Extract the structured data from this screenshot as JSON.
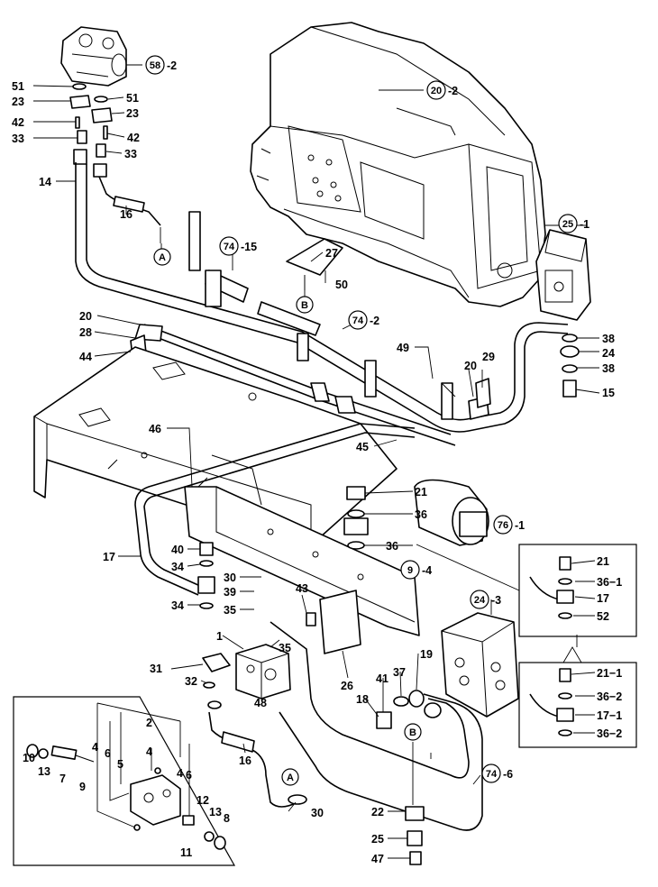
{
  "diagram": {
    "circled_refs": [
      {
        "id": "ref-58",
        "num": "58",
        "suffix": "-2"
      },
      {
        "id": "ref-20",
        "num": "20",
        "suffix": "-2"
      },
      {
        "id": "ref-25",
        "num": "25",
        "suffix": "-1"
      },
      {
        "id": "ref-74a",
        "num": "74",
        "suffix": "-15"
      },
      {
        "id": "ref-74b",
        "num": "74",
        "suffix": "-2"
      },
      {
        "id": "ref-76",
        "num": "76",
        "suffix": "-1"
      },
      {
        "id": "ref-9",
        "num": "9",
        "suffix": "-4"
      },
      {
        "id": "ref-24",
        "num": "24",
        "suffix": "-3"
      },
      {
        "id": "ref-74c",
        "num": "74",
        "suffix": "-6"
      }
    ],
    "connectors": [
      {
        "id": "conn-a1",
        "letter": "A"
      },
      {
        "id": "conn-b1",
        "letter": "B"
      },
      {
        "id": "conn-b2",
        "letter": "B"
      },
      {
        "id": "conn-a2",
        "letter": "A"
      }
    ],
    "labels": [
      {
        "id": "l51a",
        "text": "51"
      },
      {
        "id": "l51b",
        "text": "51"
      },
      {
        "id": "l23a",
        "text": "23"
      },
      {
        "id": "l23b",
        "text": "23"
      },
      {
        "id": "l42a",
        "text": "42"
      },
      {
        "id": "l42b",
        "text": "42"
      },
      {
        "id": "l33a",
        "text": "33"
      },
      {
        "id": "l33b",
        "text": "33"
      },
      {
        "id": "l14",
        "text": "14"
      },
      {
        "id": "l16a",
        "text": "16"
      },
      {
        "id": "l27",
        "text": "27"
      },
      {
        "id": "l50",
        "text": "50"
      },
      {
        "id": "l20a",
        "text": "20"
      },
      {
        "id": "l28",
        "text": "28"
      },
      {
        "id": "l44",
        "text": "44"
      },
      {
        "id": "l49",
        "text": "49"
      },
      {
        "id": "l20b",
        "text": "20"
      },
      {
        "id": "l29",
        "text": "29"
      },
      {
        "id": "l38a",
        "text": "38"
      },
      {
        "id": "l24",
        "text": "24"
      },
      {
        "id": "l38b",
        "text": "38"
      },
      {
        "id": "l15",
        "text": "15"
      },
      {
        "id": "l46",
        "text": "46"
      },
      {
        "id": "l45",
        "text": "45"
      },
      {
        "id": "l21a",
        "text": "21"
      },
      {
        "id": "l36a",
        "text": "36"
      },
      {
        "id": "l36b",
        "text": "36"
      },
      {
        "id": "l17a",
        "text": "17"
      },
      {
        "id": "l40",
        "text": "40"
      },
      {
        "id": "l34a",
        "text": "34"
      },
      {
        "id": "l30a",
        "text": "30"
      },
      {
        "id": "l39",
        "text": "39"
      },
      {
        "id": "l35a",
        "text": "35"
      },
      {
        "id": "l34b",
        "text": "34"
      },
      {
        "id": "l43",
        "text": "43"
      },
      {
        "id": "l35b",
        "text": "35"
      },
      {
        "id": "l1",
        "text": "1"
      },
      {
        "id": "l31",
        "text": "31"
      },
      {
        "id": "l32",
        "text": "32"
      },
      {
        "id": "l26",
        "text": "26"
      },
      {
        "id": "l41",
        "text": "41"
      },
      {
        "id": "l37",
        "text": "37"
      },
      {
        "id": "l19",
        "text": "19"
      },
      {
        "id": "l18",
        "text": "18"
      },
      {
        "id": "l48",
        "text": "48"
      },
      {
        "id": "l16b",
        "text": "16"
      },
      {
        "id": "l30b",
        "text": "30"
      },
      {
        "id": "l22",
        "text": "22"
      },
      {
        "id": "l25",
        "text": "25"
      },
      {
        "id": "l47",
        "text": "47"
      },
      {
        "id": "l21b",
        "text": "21"
      },
      {
        "id": "l36c",
        "text": "36−1"
      },
      {
        "id": "l17b",
        "text": "17"
      },
      {
        "id": "l52",
        "text": "52"
      },
      {
        "id": "l21c",
        "text": "21−1"
      },
      {
        "id": "l36d",
        "text": "36−2"
      },
      {
        "id": "l17c",
        "text": "17−1"
      },
      {
        "id": "l36e",
        "text": "36−2"
      },
      {
        "id": "l2",
        "text": "2"
      },
      {
        "id": "l4a",
        "text": "4"
      },
      {
        "id": "l6a",
        "text": "6"
      },
      {
        "id": "l5",
        "text": "5"
      },
      {
        "id": "l4b",
        "text": "4"
      },
      {
        "id": "l4c",
        "text": "4"
      },
      {
        "id": "l6b",
        "text": "6"
      },
      {
        "id": "l10",
        "text": "10"
      },
      {
        "id": "l13a",
        "text": "13"
      },
      {
        "id": "l7",
        "text": "7"
      },
      {
        "id": "l9",
        "text": "9"
      },
      {
        "id": "l12",
        "text": "12"
      },
      {
        "id": "l13b",
        "text": "13"
      },
      {
        "id": "l8",
        "text": "8"
      },
      {
        "id": "l11",
        "text": "11"
      }
    ]
  }
}
